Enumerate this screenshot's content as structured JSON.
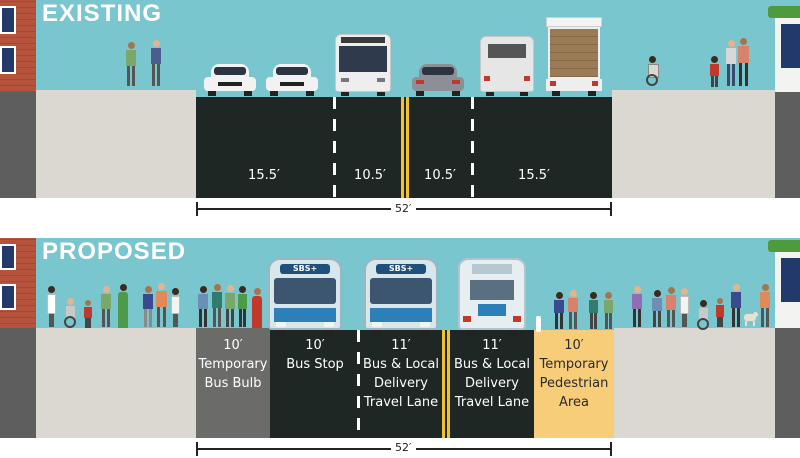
{
  "existing": {
    "title": "EXISTING",
    "lane_widths": [
      "15.5′",
      "10.5′",
      "10.5′",
      "15.5′"
    ],
    "total_width": "52′"
  },
  "proposed": {
    "title": "PROPOSED",
    "lanes": [
      {
        "width": "10′",
        "label": "Temporary Bus Bulb"
      },
      {
        "width": "10′",
        "label": "Bus Stop"
      },
      {
        "width": "11′",
        "label": "Bus & Local Delivery Travel Lane"
      },
      {
        "width": "11′",
        "label": "Bus & Local Delivery Travel Lane"
      },
      {
        "width": "10′",
        "label": "Temporary Pedestrian Area"
      }
    ],
    "total_width": "52′",
    "bus_sign": "SBS+"
  },
  "colors": {
    "sky": "#79c6cf",
    "road": "#1f2725",
    "sidewalk": "#dad8d1",
    "bus_bulb": "#6b6b69",
    "pedestrian_area": "#f7cd79",
    "center_line": "#f2c12e",
    "brick": "#b5533d",
    "awning": "#4e9a3c"
  }
}
